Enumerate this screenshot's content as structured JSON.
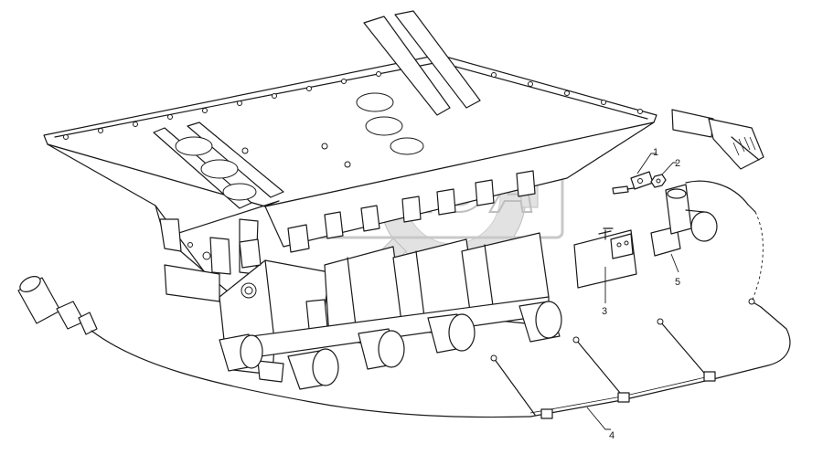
{
  "diagram": {
    "callouts": [
      {
        "id": "1",
        "label": "1"
      },
      {
        "id": "2",
        "label": "2"
      },
      {
        "id": "3",
        "label": "3"
      },
      {
        "id": "4",
        "label": "4"
      },
      {
        "id": "5",
        "label": "5"
      }
    ],
    "watermark": {
      "text": "ORDA"
    },
    "colors": {
      "line": "#1a1a1a",
      "background": "#ffffff",
      "watermark": "#c8c8c8"
    }
  }
}
